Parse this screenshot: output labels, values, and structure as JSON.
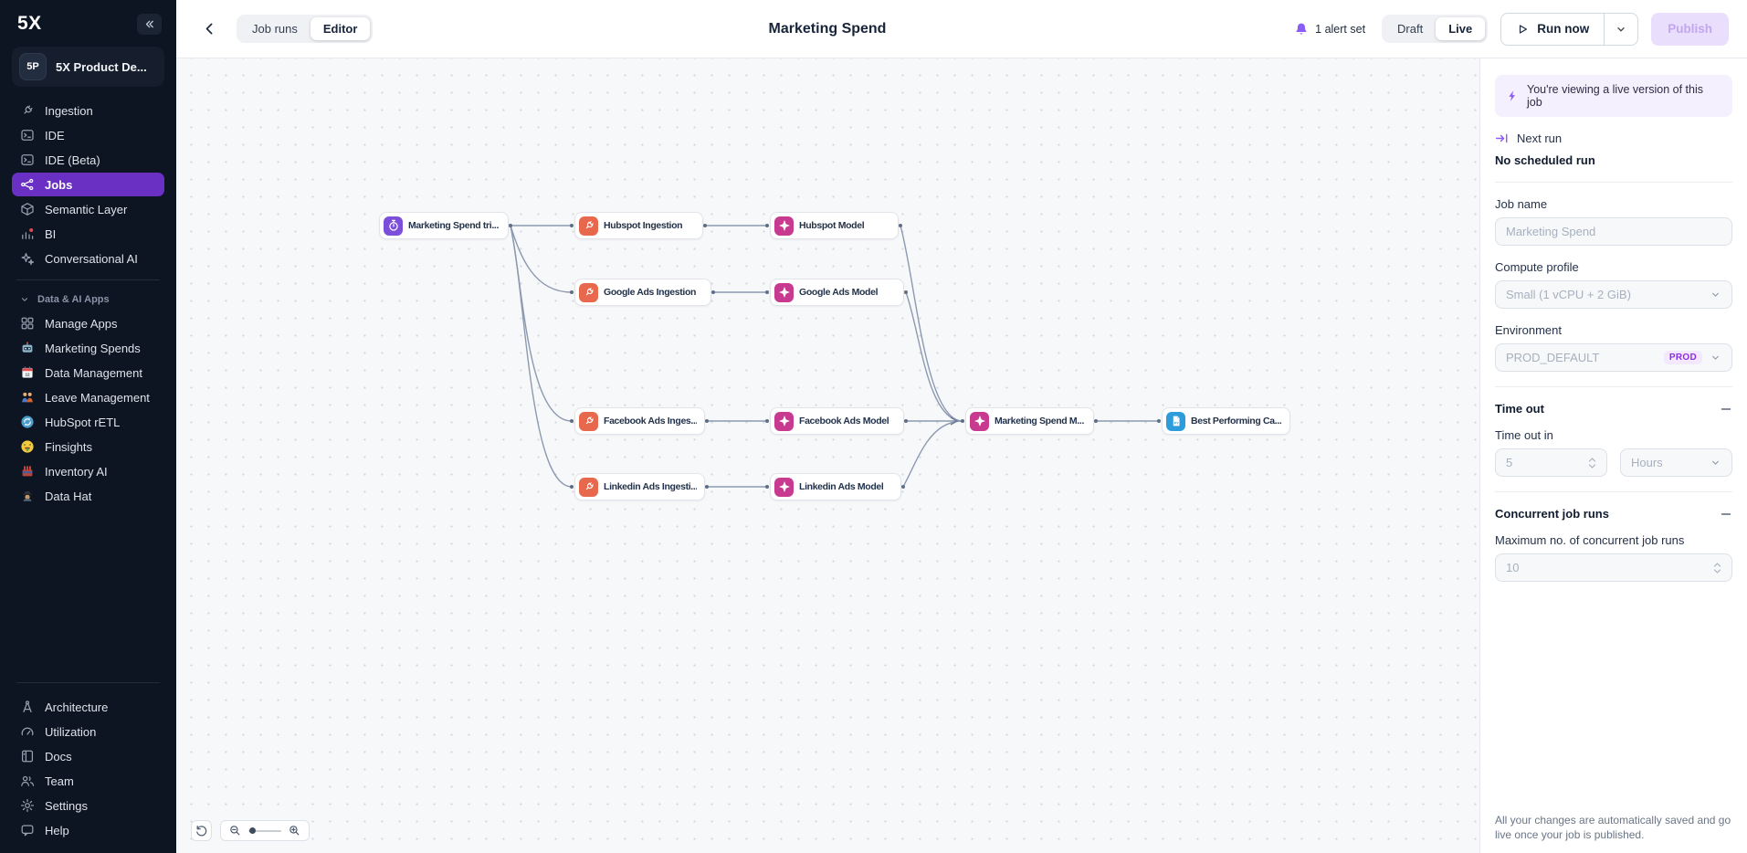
{
  "app": {
    "logo": "5X"
  },
  "sidebar": {
    "workspace": {
      "avatar": "5P",
      "name": "5X Product De..."
    },
    "nav": [
      {
        "label": "Ingestion",
        "icon": "plug-icon"
      },
      {
        "label": "IDE",
        "icon": "terminal-icon"
      },
      {
        "label": "IDE (Beta)",
        "icon": "terminal-icon"
      },
      {
        "label": "Jobs",
        "icon": "workflow-icon",
        "active": true
      },
      {
        "label": "Semantic Layer",
        "icon": "cube-icon"
      },
      {
        "label": "BI",
        "icon": "bar-chart-icon"
      },
      {
        "label": "Conversational AI",
        "icon": "sparkles-icon"
      }
    ],
    "apps_section_label": "Data & AI Apps",
    "apps": [
      {
        "label": "Manage Apps",
        "icon": "grid-icon"
      },
      {
        "label": "Marketing Spends",
        "icon": "robot-icon"
      },
      {
        "label": "Data Management",
        "icon": "calendar-icon"
      },
      {
        "label": "Leave Management",
        "icon": "people-icon"
      },
      {
        "label": "HubSpot rETL",
        "icon": "sync-icon"
      },
      {
        "label": "Finsights",
        "icon": "money-face-icon"
      },
      {
        "label": "Inventory AI",
        "icon": "inventory-crate-icon"
      },
      {
        "label": "Data Hat",
        "icon": "detective-hat-icon"
      }
    ],
    "footer": [
      {
        "label": "Architecture",
        "icon": "compass-icon"
      },
      {
        "label": "Utilization",
        "icon": "gauge-icon"
      },
      {
        "label": "Docs",
        "icon": "book-icon"
      },
      {
        "label": "Team",
        "icon": "team-icon"
      },
      {
        "label": "Settings",
        "icon": "gear-icon"
      },
      {
        "label": "Help",
        "icon": "chat-bubble-icon"
      }
    ]
  },
  "header": {
    "view_tabs": {
      "job_runs": "Job runs",
      "editor": "Editor",
      "active": "Editor"
    },
    "title": "Marketing Spend",
    "alert_text": "1 alert set",
    "mode_toggle": {
      "draft": "Draft",
      "live": "Live",
      "active": "Live"
    },
    "run_now_label": "Run now",
    "publish_label": "Publish"
  },
  "canvas": {
    "nodes": [
      {
        "label": "Marketing Spend tri...",
        "type": "trigger",
        "icon": "timer-icon",
        "color": "#7c4fdb"
      },
      {
        "label": "Hubspot Ingestion",
        "type": "ingestion",
        "icon": "plug-icon",
        "color": "#e8684e"
      },
      {
        "label": "Google Ads Ingestion",
        "type": "ingestion",
        "icon": "plug-icon",
        "color": "#e8684e"
      },
      {
        "label": "Facebook Ads Inges...",
        "type": "ingestion",
        "icon": "plug-icon",
        "color": "#e8684e"
      },
      {
        "label": "Linkedin Ads Ingesti...",
        "type": "ingestion",
        "icon": "plug-icon",
        "color": "#e8684e"
      },
      {
        "label": "Hubspot Model",
        "type": "model",
        "icon": "dbt-icon",
        "color": "#c73a8f"
      },
      {
        "label": "Google Ads Model",
        "type": "model",
        "icon": "dbt-icon",
        "color": "#c73a8f"
      },
      {
        "label": "Facebook Ads Model",
        "type": "model",
        "icon": "dbt-icon",
        "color": "#c73a8f"
      },
      {
        "label": "Linkedin Ads Model",
        "type": "model",
        "icon": "dbt-icon",
        "color": "#c73a8f"
      },
      {
        "label": "Marketing Spend M...",
        "type": "model",
        "icon": "dbt-icon",
        "color": "#c73a8f"
      },
      {
        "label": "Best Performing Ca...",
        "type": "python",
        "icon": "python-file-icon",
        "color": "#2d9cdb"
      }
    ],
    "controls": {
      "reset_icon": "reset-view-icon",
      "zoom_out_icon": "zoom-out-icon",
      "zoom_in_icon": "zoom-in-icon"
    }
  },
  "panel": {
    "banner_text": "You're viewing a live version of this job",
    "next_run_label": "Next run",
    "next_run_value": "No scheduled run",
    "job_name_label": "Job name",
    "job_name_value": "Marketing Spend",
    "compute_profile_label": "Compute profile",
    "compute_profile_value": "Small (1 vCPU + 2 GiB)",
    "environment_label": "Environment",
    "environment_value": "PROD_DEFAULT",
    "environment_badge": "PROD",
    "timeout_title": "Time out",
    "timeout_field_label": "Time out in",
    "timeout_value": "5",
    "timeout_unit": "Hours",
    "concurrent_title": "Concurrent job runs",
    "concurrent_field_label": "Maximum no. of concurrent job runs",
    "concurrent_value": "10",
    "footer_note": "All your changes are automatically saved and go live once your job is published."
  }
}
